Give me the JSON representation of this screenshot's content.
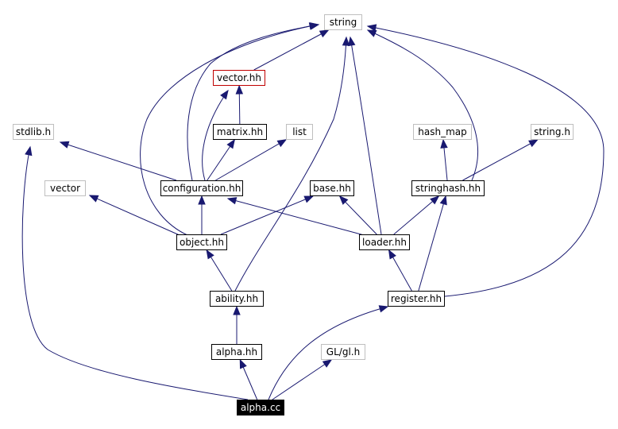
{
  "diagram": {
    "colors": {
      "edge": "#191970",
      "border": "#000000",
      "external_border": "#bfbfbf",
      "missing_border": "#c00000",
      "root_fill": "#000000"
    },
    "nodes": [
      {
        "id": "string",
        "label": "string",
        "kind": "external"
      },
      {
        "id": "vector_hh",
        "label": "vector.hh",
        "kind": "missing"
      },
      {
        "id": "stdlib_h",
        "label": "stdlib.h",
        "kind": "external"
      },
      {
        "id": "matrix_hh",
        "label": "matrix.hh",
        "kind": "normal"
      },
      {
        "id": "list",
        "label": "list",
        "kind": "external"
      },
      {
        "id": "hash_map",
        "label": "hash_map",
        "kind": "external"
      },
      {
        "id": "string_h",
        "label": "string.h",
        "kind": "external"
      },
      {
        "id": "vector",
        "label": "vector",
        "kind": "external"
      },
      {
        "id": "configuration",
        "label": "configuration.hh",
        "kind": "normal"
      },
      {
        "id": "base_hh",
        "label": "base.hh",
        "kind": "normal"
      },
      {
        "id": "stringhash",
        "label": "stringhash.hh",
        "kind": "normal"
      },
      {
        "id": "object_hh",
        "label": "object.hh",
        "kind": "normal"
      },
      {
        "id": "loader_hh",
        "label": "loader.hh",
        "kind": "normal"
      },
      {
        "id": "ability_hh",
        "label": "ability.hh",
        "kind": "normal"
      },
      {
        "id": "register_hh",
        "label": "register.hh",
        "kind": "normal"
      },
      {
        "id": "alpha_hh",
        "label": "alpha.hh",
        "kind": "normal"
      },
      {
        "id": "gl_h",
        "label": "GL/gl.h",
        "kind": "external"
      },
      {
        "id": "alpha_cc",
        "label": "alpha.cc",
        "kind": "root"
      }
    ],
    "edges": [
      {
        "from": "alpha_cc",
        "to": "alpha_hh"
      },
      {
        "from": "alpha_cc",
        "to": "gl_h"
      },
      {
        "from": "alpha_cc",
        "to": "register_hh"
      },
      {
        "from": "alpha_cc",
        "to": "stdlib_h"
      },
      {
        "from": "alpha_hh",
        "to": "ability_hh"
      },
      {
        "from": "ability_hh",
        "to": "object_hh"
      },
      {
        "from": "ability_hh",
        "to": "string"
      },
      {
        "from": "register_hh",
        "to": "loader_hh"
      },
      {
        "from": "register_hh",
        "to": "stringhash"
      },
      {
        "from": "register_hh",
        "to": "string"
      },
      {
        "from": "object_hh",
        "to": "configuration"
      },
      {
        "from": "object_hh",
        "to": "vector"
      },
      {
        "from": "object_hh",
        "to": "base_hh"
      },
      {
        "from": "object_hh",
        "to": "string"
      },
      {
        "from": "loader_hh",
        "to": "base_hh"
      },
      {
        "from": "loader_hh",
        "to": "configuration"
      },
      {
        "from": "loader_hh",
        "to": "stringhash"
      },
      {
        "from": "loader_hh",
        "to": "string"
      },
      {
        "from": "configuration",
        "to": "matrix_hh"
      },
      {
        "from": "configuration",
        "to": "list"
      },
      {
        "from": "configuration",
        "to": "stdlib_h"
      },
      {
        "from": "configuration",
        "to": "vector_hh"
      },
      {
        "from": "configuration",
        "to": "string"
      },
      {
        "from": "matrix_hh",
        "to": "vector_hh"
      },
      {
        "from": "vector_hh",
        "to": "string"
      },
      {
        "from": "stringhash",
        "to": "hash_map"
      },
      {
        "from": "stringhash",
        "to": "string_h"
      },
      {
        "from": "stringhash",
        "to": "string"
      }
    ]
  }
}
